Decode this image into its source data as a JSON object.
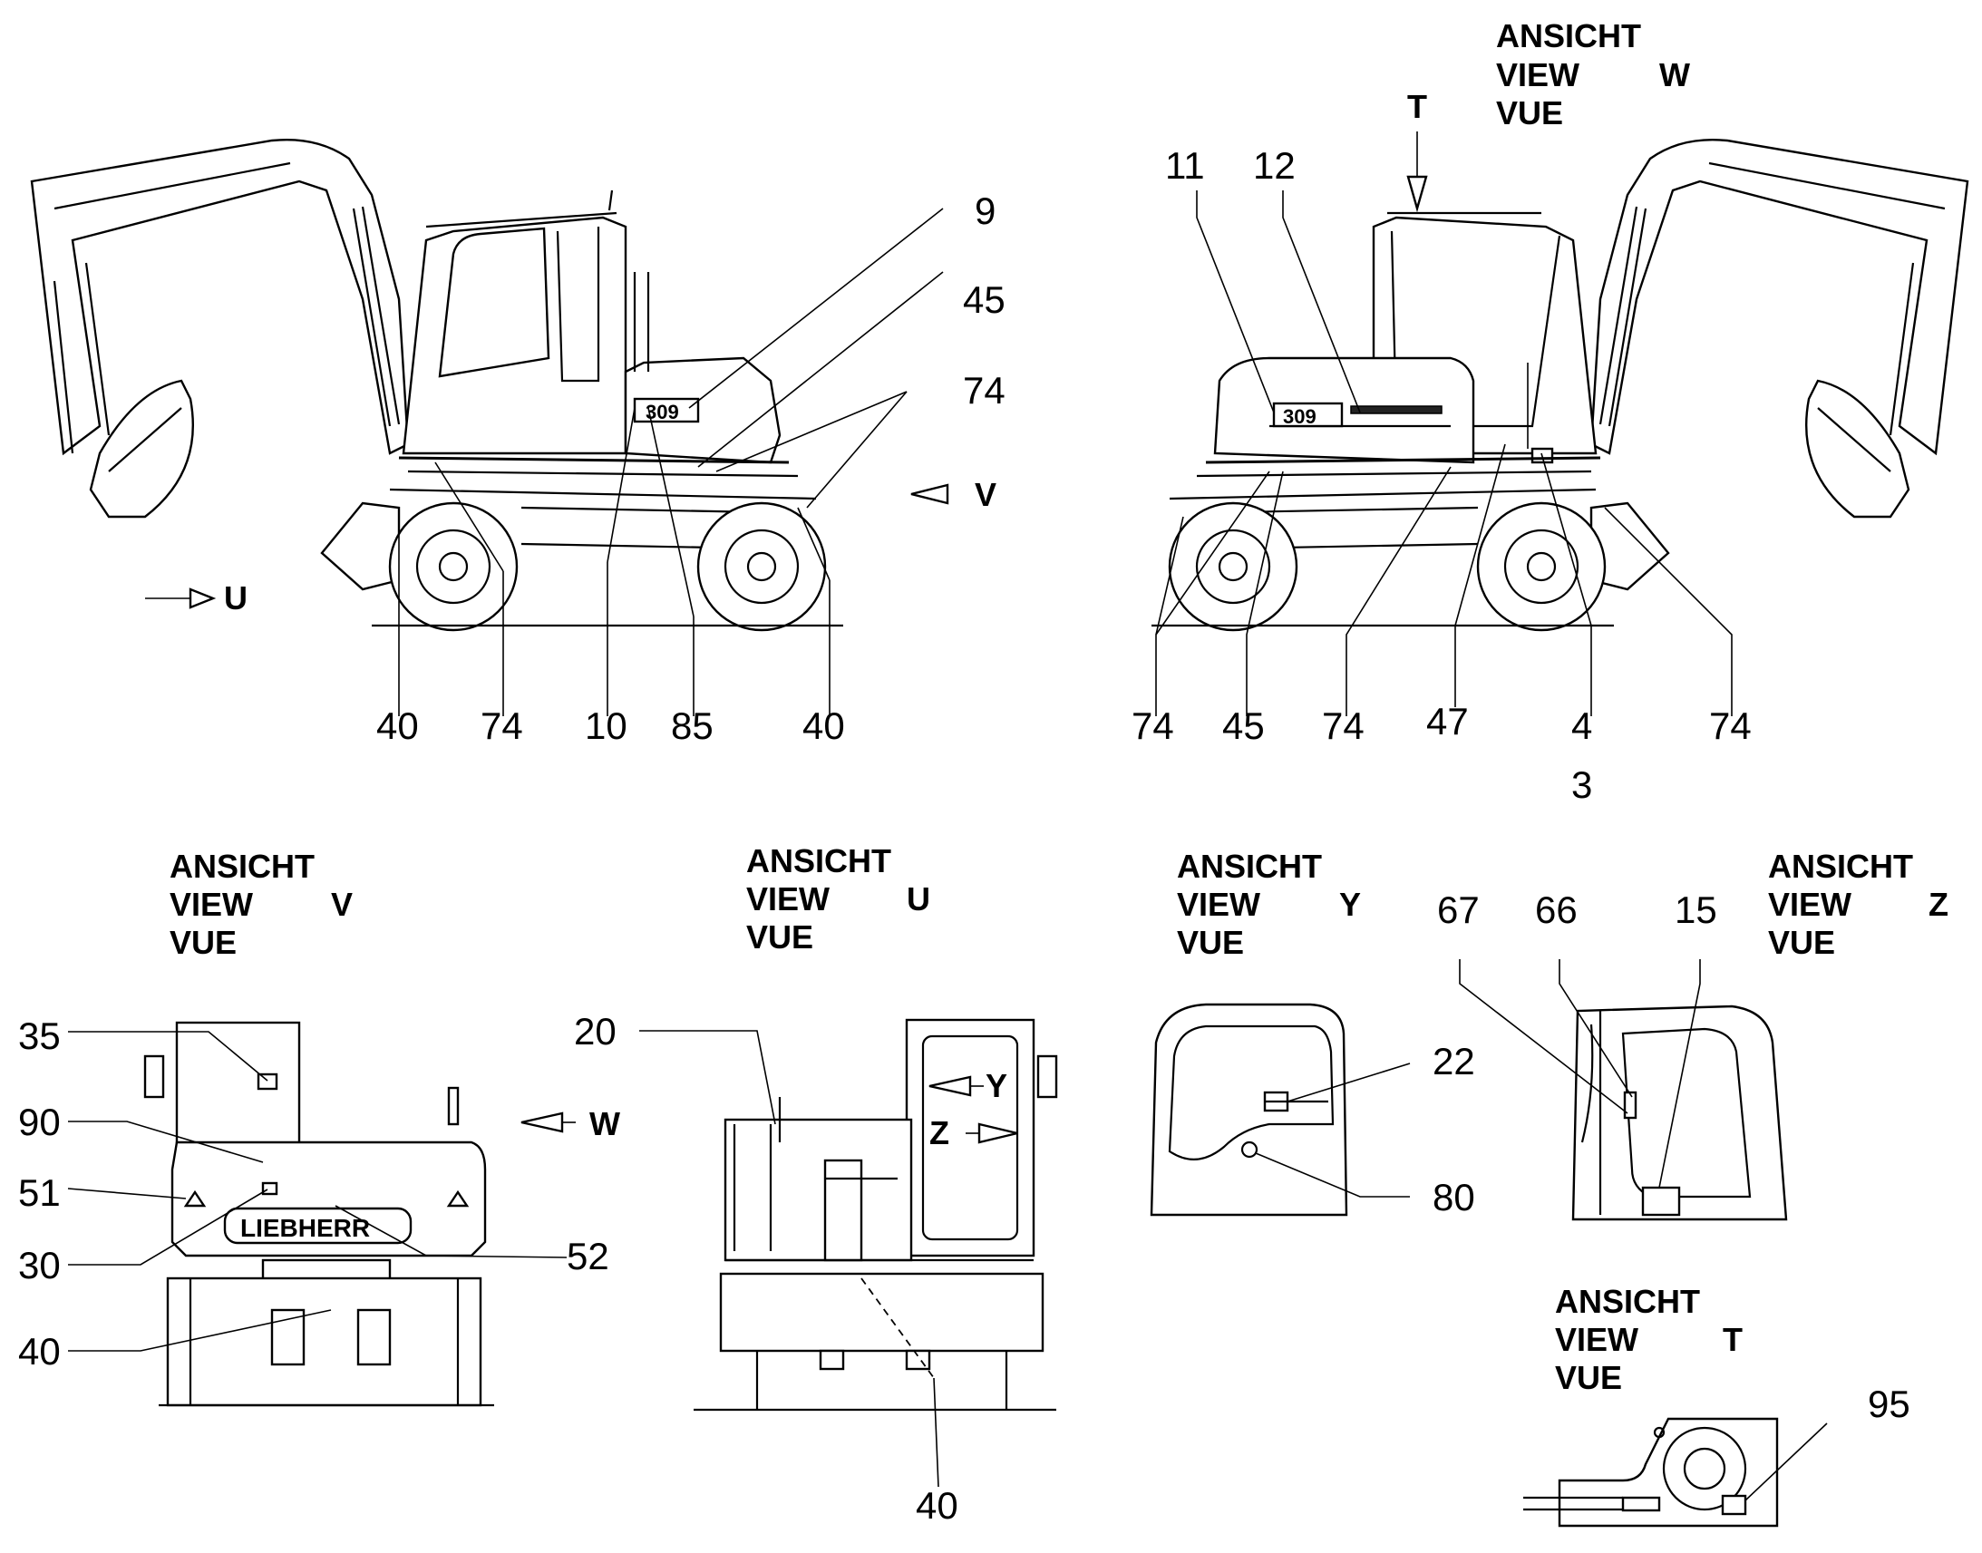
{
  "views": {
    "w": {
      "line1": "ANSICHT",
      "line2": "VIEW",
      "line3": "VUE",
      "letter": "W"
    },
    "v": {
      "line1": "ANSICHT",
      "line2": "VIEW",
      "line3": "VUE",
      "letter": "V"
    },
    "u": {
      "line1": "ANSICHT",
      "line2": "VIEW",
      "line3": "VUE",
      "letter": "U"
    },
    "y": {
      "line1": "ANSICHT",
      "line2": "VIEW",
      "line3": "VUE",
      "letter": "Y"
    },
    "z": {
      "line1": "ANSICHT",
      "line2": "VIEW",
      "line3": "VUE",
      "letter": "Z"
    },
    "t": {
      "line1": "ANSICHT",
      "line2": "VIEW",
      "line3": "VUE",
      "letter": "T"
    }
  },
  "arrows": {
    "u": "U",
    "v": "V",
    "t": "T",
    "w": "W",
    "y": "Y",
    "z": "Z"
  },
  "callouts": {
    "left_side": [
      "9",
      "45",
      "74",
      "40",
      "74",
      "10",
      "85",
      "40"
    ],
    "right_side": [
      "11",
      "12",
      "74",
      "45",
      "74",
      "47",
      "4",
      "3",
      "74"
    ],
    "view_v": [
      "35",
      "90",
      "51",
      "30",
      "40",
      "52"
    ],
    "view_u": [
      "20",
      "40"
    ],
    "view_y": [
      "22",
      "80"
    ],
    "view_z": [
      "67",
      "66",
      "15"
    ],
    "view_t": [
      "95"
    ]
  },
  "machine": {
    "brand": "LIEBHERR",
    "model": "309"
  }
}
